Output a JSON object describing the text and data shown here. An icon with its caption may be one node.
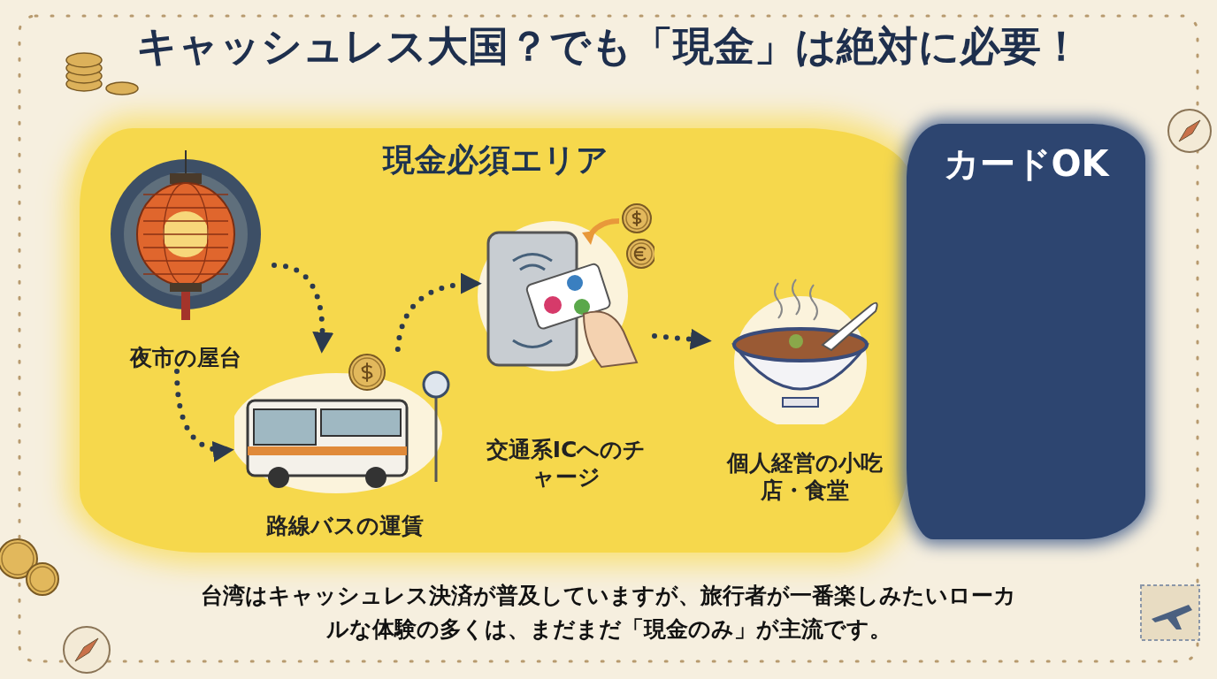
{
  "diagram": {
    "title": "キャッシュレス大国？でも「現金」は絶対に必要！",
    "nodes": [
      {
        "text": [
          "現金必須エリア"
        ]
      },
      {
        "text": [
          "夜市の屋台"
        ],
        "in": 0
      },
      {
        "text": [
          "路線バスの運賃"
        ],
        "in": 0
      },
      {
        "text": [
          "交通系ICへのチャージ"
        ],
        "in": 0
      },
      {
        "text": [
          "個人経営の小吃店・食堂"
        ],
        "in": 0
      },
      {
        "text": [
          "カードOK"
        ]
      }
    ],
    "edges": [
      {
        "from": 1,
        "to": 2,
        "arrow": "to"
      },
      {
        "from": 1,
        "to": 2,
        "arrow": "to"
      },
      {
        "from": 2,
        "to": 3,
        "arrow": "to"
      },
      {
        "from": 3,
        "to": 4,
        "arrow": "to"
      }
    ],
    "caption": "台湾はキャッシュレス決済が普及していますが、旅行者が一番楽しみたいローカルな体験の多くは、まだまだ「現金のみ」が主流です。"
  }
}
